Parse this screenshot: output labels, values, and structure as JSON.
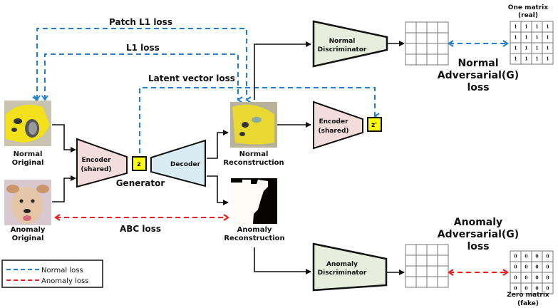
{
  "colors": {
    "normal_loss": "#1f7fd0",
    "anomaly_loss": "#ee1c1c",
    "encoder_fill": "#f3dcdc",
    "decoder_fill": "#d9ecf4",
    "discriminator_fill": "#e8eedd",
    "latent_fill": "#ffff00",
    "line": "#111111"
  },
  "loss_labels": {
    "patch_l1": "Patch L1 loss",
    "l1": "L1 loss",
    "latent_vector": "Latent vector loss",
    "abc": "ABC loss"
  },
  "images": {
    "normal_original": [
      "Normal",
      "Original"
    ],
    "anomaly_original": [
      "Anomaly",
      "Original"
    ],
    "normal_reconstruction": [
      "Normal",
      "Reconstruction"
    ],
    "anomaly_reconstruction": [
      "Anomaly",
      "Reconstruction"
    ]
  },
  "blocks": {
    "encoder": [
      "Encoder",
      "(shared)"
    ],
    "encoder2": [
      "Encoder",
      "(shared)"
    ],
    "decoder": "Decoder",
    "generator": "Generator",
    "z": "z",
    "z_prime": "z'",
    "normal_discriminator": [
      "Normal",
      "Discriminator"
    ],
    "anomaly_discriminator": [
      "Anomaly",
      "Discriminator"
    ]
  },
  "adversarial": {
    "normal": [
      "Normal",
      "Adversarial(G)",
      "loss"
    ],
    "anomaly": [
      "Anomaly",
      "Adversarial(G)",
      "loss"
    ]
  },
  "matrices": {
    "one": {
      "title": [
        "One matrix",
        "(real)"
      ],
      "value": "1"
    },
    "zero": {
      "title": [
        "Zero matrix",
        "(fake)"
      ],
      "value": "0"
    }
  },
  "legend": {
    "items": [
      {
        "label": "Normal  loss",
        "color": "#1f7fd0"
      },
      {
        "label": "Anomaly  loss",
        "color": "#ee1c1c"
      }
    ]
  }
}
